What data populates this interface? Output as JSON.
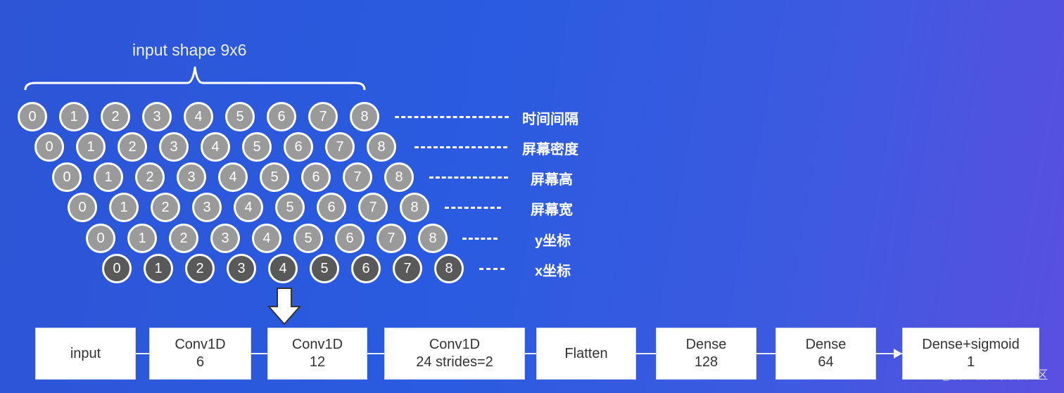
{
  "title": "input shape 9x6",
  "rows": [
    {
      "label": "时间间隔",
      "indices": [
        "0",
        "1",
        "2",
        "3",
        "4",
        "5",
        "6",
        "7",
        "8"
      ],
      "shade": "light"
    },
    {
      "label": "屏幕密度",
      "indices": [
        "0",
        "1",
        "2",
        "3",
        "4",
        "5",
        "6",
        "7",
        "8"
      ],
      "shade": "light"
    },
    {
      "label": "屏幕高",
      "indices": [
        "0",
        "1",
        "2",
        "3",
        "4",
        "5",
        "6",
        "7",
        "8"
      ],
      "shade": "light"
    },
    {
      "label": "屏幕宽",
      "indices": [
        "0",
        "1",
        "2",
        "3",
        "4",
        "5",
        "6",
        "7",
        "8"
      ],
      "shade": "light"
    },
    {
      "label": "y坐标",
      "indices": [
        "0",
        "1",
        "2",
        "3",
        "4",
        "5",
        "6",
        "7",
        "8"
      ],
      "shade": "light"
    },
    {
      "label": "x坐标",
      "indices": [
        "0",
        "1",
        "2",
        "3",
        "4",
        "5",
        "6",
        "7",
        "8"
      ],
      "shade": "dark"
    }
  ],
  "pipeline": [
    {
      "line1": "input",
      "line2": ""
    },
    {
      "line1": "Conv1D",
      "line2": "6"
    },
    {
      "line1": "Conv1D",
      "line2": "12"
    },
    {
      "line1": "Conv1D",
      "line2": "24 strides=2"
    },
    {
      "line1": "Flatten",
      "line2": ""
    },
    {
      "line1": "Dense",
      "line2": "128"
    },
    {
      "line1": "Dense",
      "line2": "64"
    },
    {
      "line1": "Dense+sigmoid",
      "line2": "1"
    }
  ],
  "watermark": "@稀土掘金技术社区",
  "colors": {
    "background": "#2d55d6",
    "circle_light": "#9a9a9a",
    "circle_dark": "#595959",
    "box": "#ffffff"
  }
}
